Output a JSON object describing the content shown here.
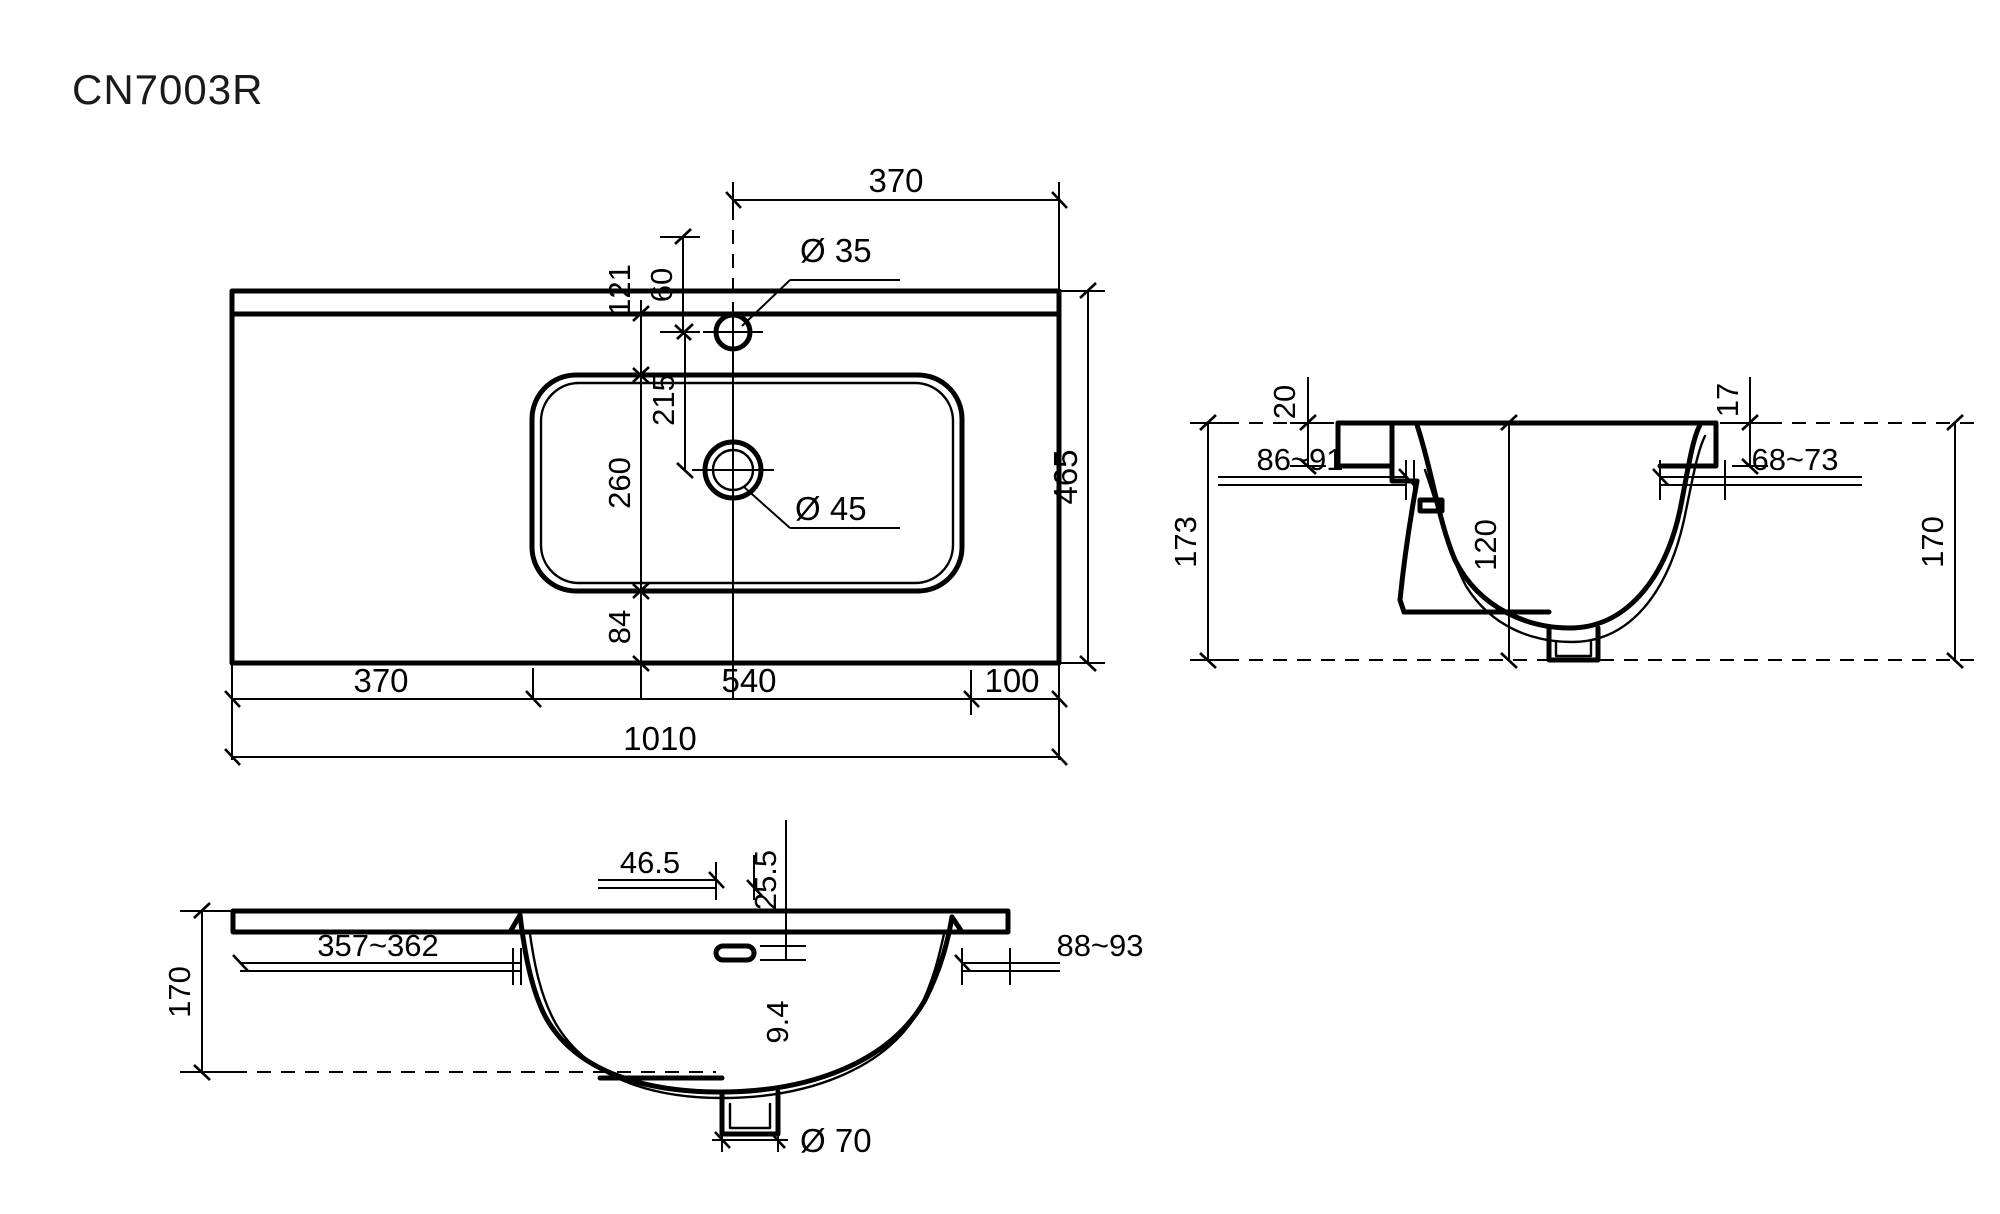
{
  "drawing": {
    "title": "CN7003R",
    "symbols": {
      "diameter": "Ø"
    },
    "views": {
      "top": {
        "name": "top-view",
        "dimensions": {
          "tap_offset_from_left_edge": "370",
          "tap_hole_diameter": "Ø 35",
          "tap_hole_to_back_edge": "60",
          "back_edge_to_bowl": "121",
          "bowl_to_drain_center": "215",
          "bowl_depth_vertical": "260",
          "drain_hole_diameter": "Ø 45",
          "bowl_front_to_front_edge": "84",
          "overall_depth": "465",
          "left_segment": "370",
          "middle_segment": "540",
          "right_segment": "100",
          "overall_width": "1010"
        }
      },
      "side_section": {
        "name": "side-section-view",
        "dimensions": {
          "rim_height_top": "20",
          "overall_height_left": "173",
          "left_offset_range": "86~91",
          "bowl_depth": "120",
          "rim_thickness_right": "17",
          "right_offset_range": "68~73",
          "overall_height_right": "170"
        }
      },
      "front_section": {
        "name": "front-section-view",
        "dimensions": {
          "overall_height": "170",
          "overflow_offset": "46.5",
          "overflow_slot_width": "25.5",
          "overflow_slot_height": "9.4",
          "left_span_range": "357~362",
          "right_offset_range": "88~93",
          "drain_diameter": "Ø 70"
        }
      }
    }
  }
}
